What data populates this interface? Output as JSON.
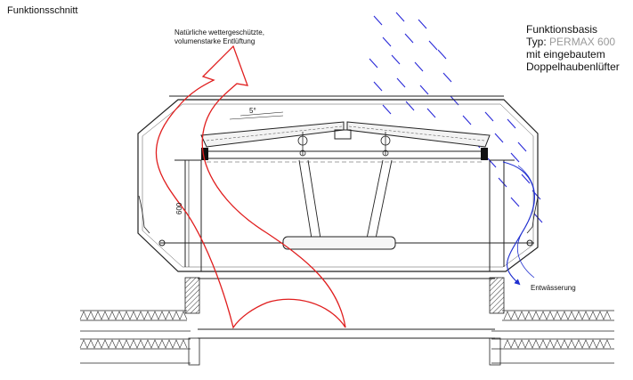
{
  "heading": "Funktionsschnitt",
  "vent_note": [
    "Natürliche wettergeschützte,",
    "volumenstarke Entlüftung"
  ],
  "basis": {
    "line1": "Funktionsbasis",
    "type_prefix": "Typ: ",
    "product": "PERMAX 600",
    "line3": "mit eingebautem",
    "line4": "Doppelhaubenlüfter"
  },
  "drain_label": "Entwässerung",
  "dimension_label": "600",
  "angle_label": "5°",
  "colors": {
    "airflow": "#e01e1e",
    "rain": "#2a2ad8",
    "drainage": "#1f2fd0",
    "line": "#222222",
    "product_text": "#9a9a9a"
  }
}
